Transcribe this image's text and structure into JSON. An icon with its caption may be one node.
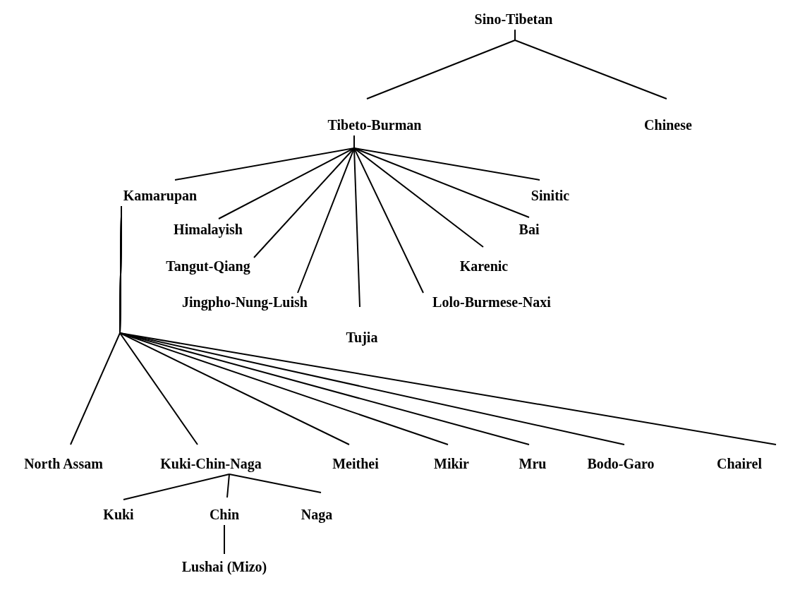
{
  "diagram": {
    "nodes": [
      {
        "text": [
          "Sino-Tibetan"
        ]
      },
      {
        "text": [
          "Tibeto-Burman"
        ]
      },
      {
        "text": [
          "Chinese"
        ]
      },
      {
        "text": [
          "Kamarupan"
        ]
      },
      {
        "text": [
          "Himalayish"
        ]
      },
      {
        "text": [
          "Tangut-Qiang"
        ]
      },
      {
        "text": [
          "Jingpho-Nung-Luish"
        ]
      },
      {
        "text": [
          "Tujia"
        ]
      },
      {
        "text": [
          "Lolo-Burmese-Naxi"
        ]
      },
      {
        "text": [
          "Karenic"
        ]
      },
      {
        "text": [
          "Bai"
        ]
      },
      {
        "text": [
          "Sinitic"
        ]
      },
      {
        "text": [
          "North Assam"
        ]
      },
      {
        "text": [
          "Kuki-Chin-Naga"
        ]
      },
      {
        "text": [
          "Meithei"
        ]
      },
      {
        "text": [
          "Mikir"
        ]
      },
      {
        "text": [
          "Mru"
        ]
      },
      {
        "text": [
          "Bodo-Garo"
        ]
      },
      {
        "text": [
          "Chairel"
        ]
      },
      {
        "text": [
          "Kuki"
        ]
      },
      {
        "text": [
          "Chin"
        ]
      },
      {
        "text": [
          "Naga"
        ]
      },
      {
        "text": [
          "Lushai (Mizo)"
        ]
      }
    ],
    "edges": [
      {
        "from": 0,
        "to": 1,
        "arrow": "none"
      },
      {
        "from": 0,
        "to": 2,
        "arrow": "none"
      },
      {
        "from": 1,
        "to": 3,
        "arrow": "none"
      },
      {
        "from": 1,
        "to": 4,
        "arrow": "none"
      },
      {
        "from": 1,
        "to": 5,
        "arrow": "none"
      },
      {
        "from": 1,
        "to": 6,
        "arrow": "none"
      },
      {
        "from": 1,
        "to": 7,
        "arrow": "none"
      },
      {
        "from": 1,
        "to": 8,
        "arrow": "none"
      },
      {
        "from": 1,
        "to": 9,
        "arrow": "none"
      },
      {
        "from": 1,
        "to": 10,
        "arrow": "none"
      },
      {
        "from": 1,
        "to": 11,
        "arrow": "none"
      },
      {
        "from": 3,
        "to": 12,
        "arrow": "none"
      },
      {
        "from": 3,
        "to": 13,
        "arrow": "none"
      },
      {
        "from": 3,
        "to": 14,
        "arrow": "none"
      },
      {
        "from": 3,
        "to": 15,
        "arrow": "none"
      },
      {
        "from": 3,
        "to": 16,
        "arrow": "none"
      },
      {
        "from": 3,
        "to": 17,
        "arrow": "none"
      },
      {
        "from": 3,
        "to": 18,
        "arrow": "none"
      },
      {
        "from": 13,
        "to": 19,
        "arrow": "none"
      },
      {
        "from": 13,
        "to": 20,
        "arrow": "none"
      },
      {
        "from": 13,
        "to": 21,
        "arrow": "none"
      },
      {
        "from": 20,
        "to": 22,
        "arrow": "none"
      }
    ]
  }
}
